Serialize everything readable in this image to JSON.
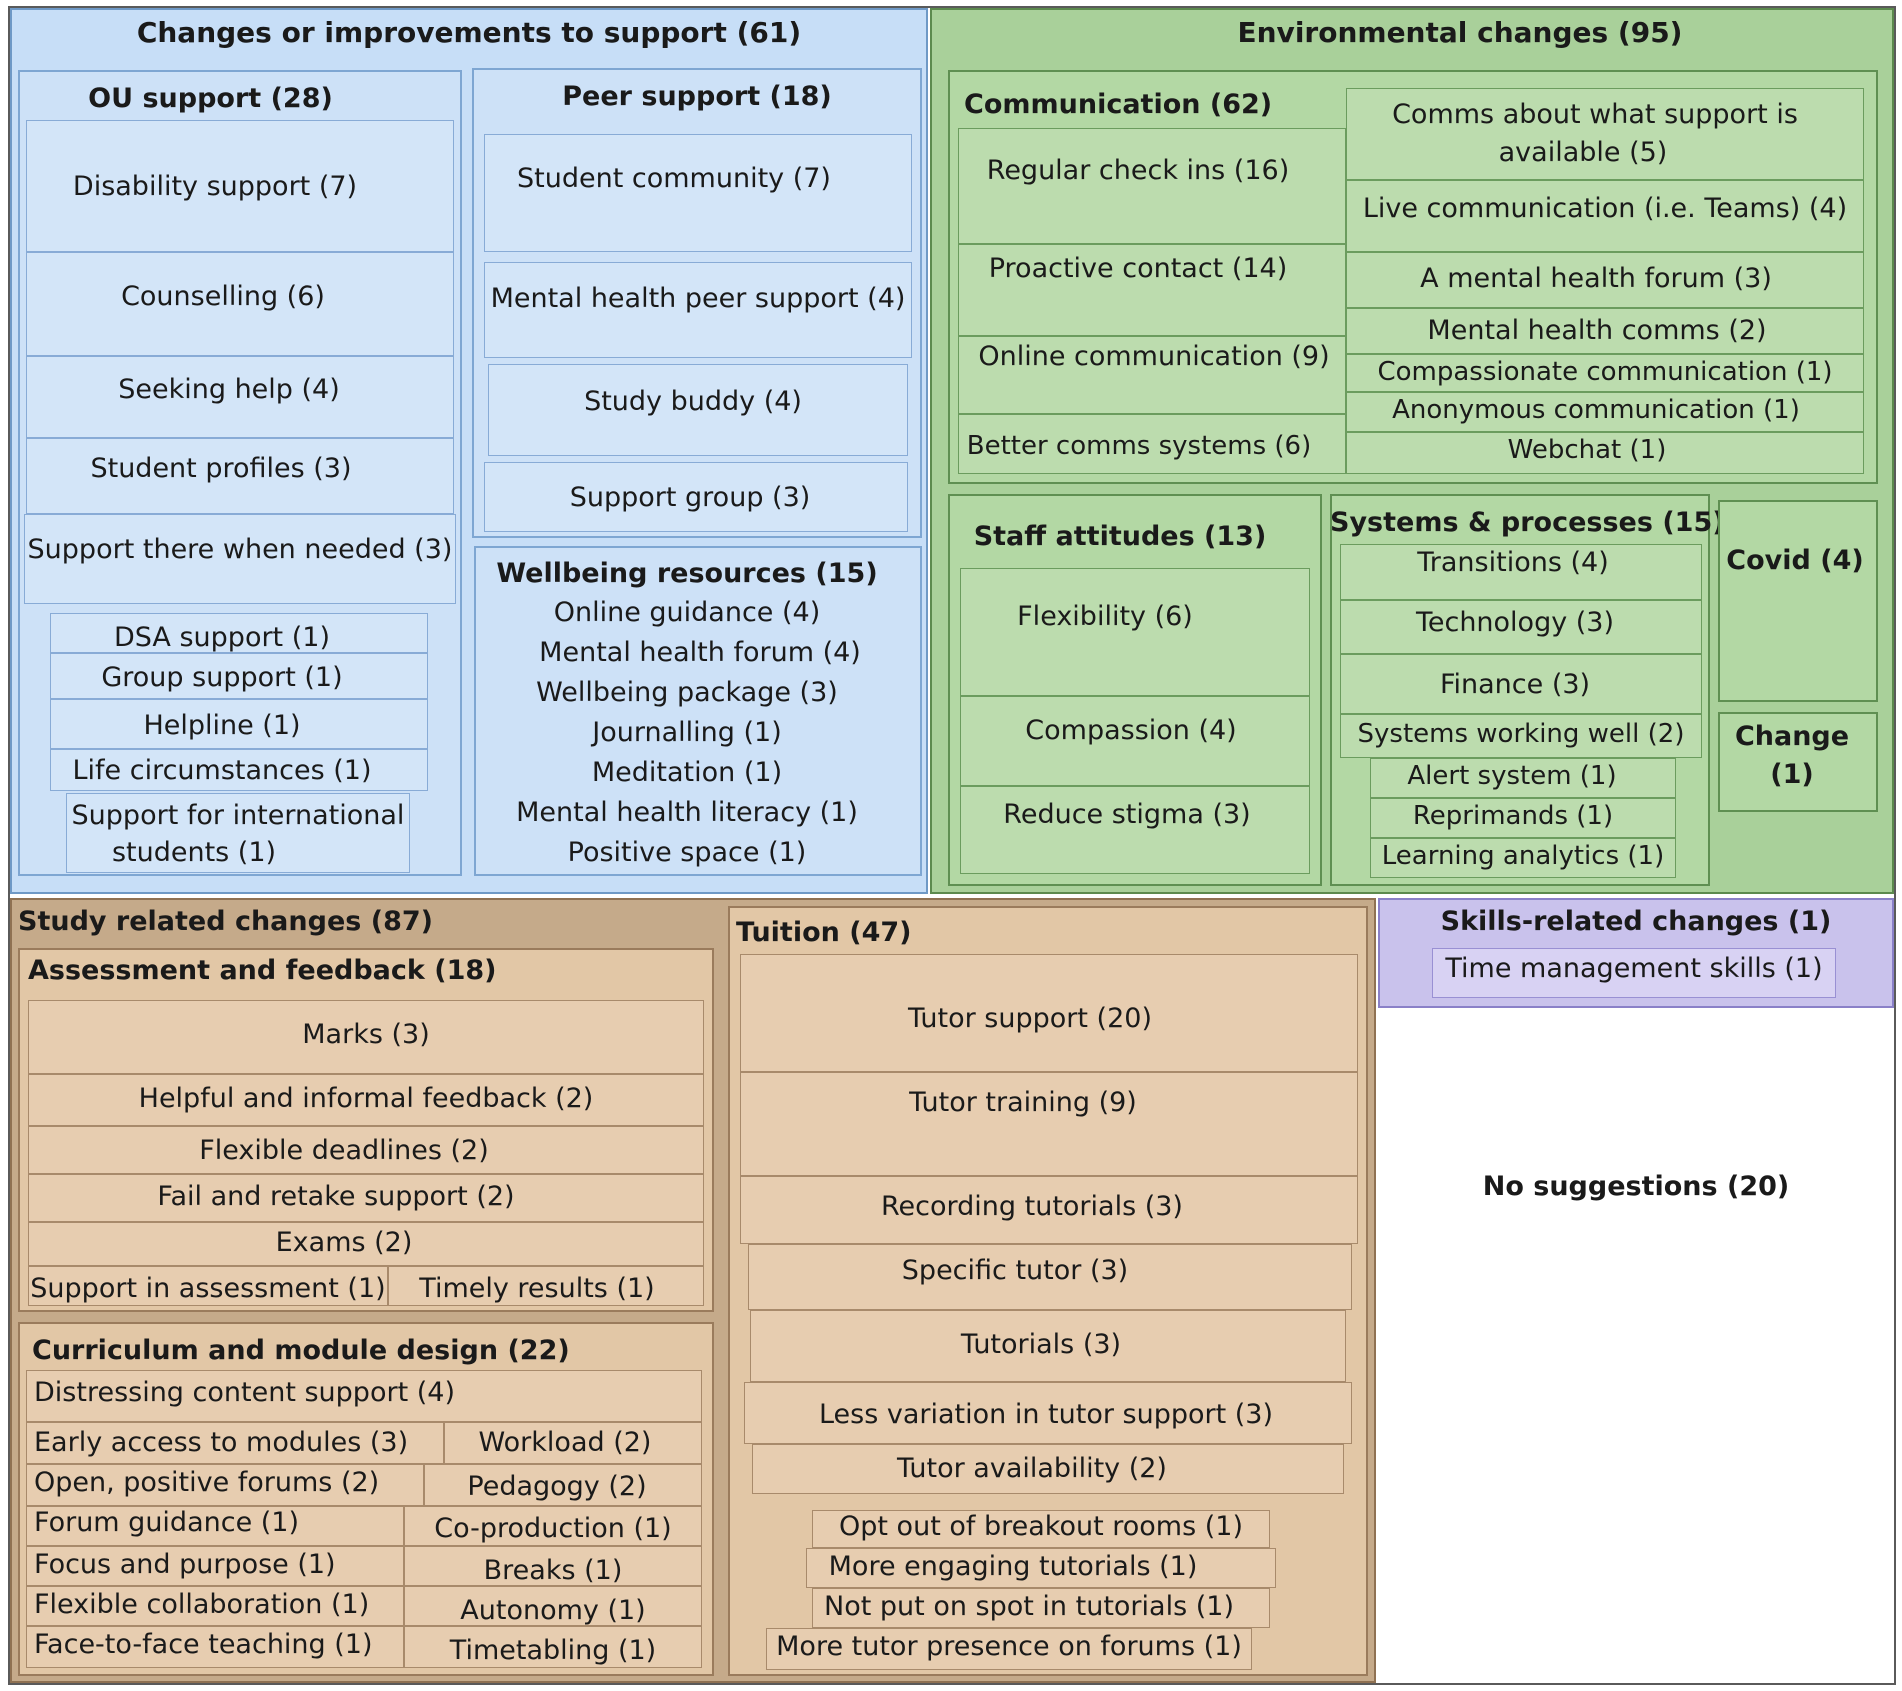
{
  "colors": {
    "support": "#c7def7",
    "environmental": "#a9d09a",
    "study": "#c5aa8a",
    "skills": "#c9c2ec",
    "none": "#ffffff"
  },
  "support": {
    "title": "Changes or improvements to support (61)",
    "ou": {
      "title": "OU support (28)",
      "items": [
        "Disability support (7)",
        "Counselling (6)",
        "Seeking help (4)",
        "Student profiles (3)",
        "Support there when needed (3)",
        "DSA support (1)",
        "Group support (1)",
        "Helpline (1)",
        "Life circumstances (1)"
      ],
      "intl_l1": "Support for international",
      "intl_l2": "students (1)"
    },
    "peer": {
      "title": "Peer support (18)",
      "items": [
        "Student community (7)",
        "Mental health peer support (4)",
        "Study buddy (4)",
        "Support group (3)"
      ]
    },
    "wellbeing": {
      "title": "Wellbeing resources (15)",
      "items": [
        "Online guidance (4)",
        "Mental health forum (4)",
        "Wellbeing package (3)",
        "Journalling (1)",
        "Meditation (1)",
        "Mental health literacy (1)",
        "Positive space (1)"
      ]
    }
  },
  "environmental": {
    "title": "Environmental changes (95)",
    "communication": {
      "title": "Communication (62)",
      "left": [
        "Regular check ins (16)",
        "Proactive contact (14)",
        "Online communication (9)",
        "Better comms systems (6)"
      ],
      "avail_l1": "Comms about what support is",
      "avail_l2": "available (5)",
      "right": [
        "Live communication (i.e. Teams) (4)",
        "A mental health forum (3)",
        "Mental health comms (2)",
        "Compassionate communication (1)",
        "Anonymous communication (1)",
        "Webchat (1)"
      ]
    },
    "staff": {
      "title": "Staff attitudes (13)",
      "items": [
        "Flexibility (6)",
        "Compassion (4)",
        "Reduce stigma (3)"
      ]
    },
    "systems": {
      "title": "Systems & processes (15)",
      "items": [
        "Transitions (4)",
        "Technology (3)",
        "Finance (3)",
        "Systems working well (2)",
        "Alert system (1)",
        "Reprimands (1)",
        "Learning analytics (1)"
      ]
    },
    "covid": "Covid (4)",
    "change_l1": "Change",
    "change_l2": "(1)"
  },
  "study": {
    "title": "Study related changes (87)",
    "assessment": {
      "title": "Assessment and feedback (18)",
      "items": [
        "Marks (3)",
        "Helpful and informal feedback (2)",
        "Flexible deadlines (2)",
        "Fail and retake support (2)",
        "Exams (2)",
        "Support in assessment (1)",
        "Timely results (1)"
      ]
    },
    "curriculum": {
      "title": "Curriculum and module design (22)",
      "items": [
        "Distressing content support (4)",
        "Early access to modules (3)",
        "Workload (2)",
        "Open, positive forums (2)",
        "Pedagogy (2)",
        "Forum guidance (1)",
        "Co-production (1)",
        "Focus and purpose (1)",
        "Breaks (1)",
        "Flexible collaboration (1)",
        "Autonomy (1)",
        "Face-to-face teaching (1)",
        "Timetabling (1)"
      ]
    },
    "tuition": {
      "title": "Tuition (47)",
      "items": [
        "Tutor support (20)",
        "Tutor training (9)",
        "Recording tutorials (3)",
        "Specific tutor (3)",
        "Tutorials (3)",
        "Less variation in tutor support (3)",
        "Tutor availability (2)",
        "Opt out of breakout rooms (1)",
        "More engaging tutorials (1)",
        "Not put on spot in tutorials (1)",
        "More tutor presence on forums (1)"
      ]
    }
  },
  "skills": {
    "title": "Skills-related changes (1)",
    "items": [
      "Time management skills (1)"
    ]
  },
  "none": {
    "title": "No suggestions (20)"
  }
}
